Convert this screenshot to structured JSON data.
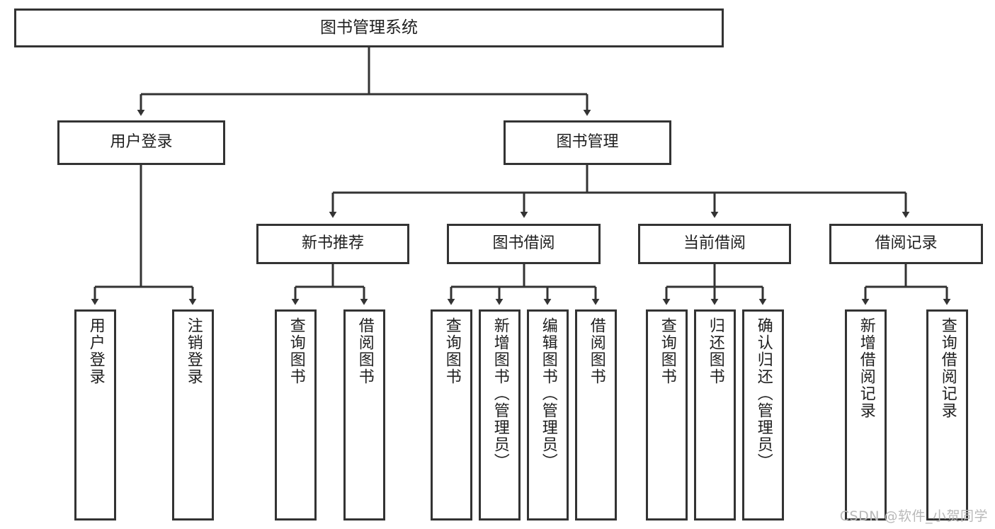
{
  "diagram": {
    "title": "图书管理系统",
    "type": "tree-hierarchy-chart",
    "colors": {
      "stroke": "#333333",
      "background": "#ffffff",
      "text": "#1f1f1f",
      "watermark": "#b9b9b9"
    },
    "root": {
      "label": "图书管理系统"
    },
    "level2": [
      {
        "label": "用户登录"
      },
      {
        "label": "图书管理"
      }
    ],
    "level3": [
      {
        "label": "新书推荐"
      },
      {
        "label": "图书借阅"
      },
      {
        "label": "当前借阅"
      },
      {
        "label": "借阅记录"
      }
    ],
    "leaves": {
      "user_login": [
        {
          "label": "用户登录"
        },
        {
          "label": "注销登录"
        }
      ],
      "new_book_recommend": [
        {
          "label": "查询图书"
        },
        {
          "label": "借阅图书"
        }
      ],
      "book_borrow": [
        {
          "label": "查询图书"
        },
        {
          "label": "新增图书（管理员）"
        },
        {
          "label": "编辑图书（管理员）"
        },
        {
          "label": "借阅图书"
        }
      ],
      "current_borrow": [
        {
          "label": "查询图书"
        },
        {
          "label": "归还图书"
        },
        {
          "label": "确认归还（管理员）"
        }
      ],
      "borrow_record": [
        {
          "label": "新增借阅记录"
        },
        {
          "label": "查询借阅记录"
        }
      ]
    }
  },
  "watermark": {
    "text": "CSDN @软件_小贺同学"
  }
}
